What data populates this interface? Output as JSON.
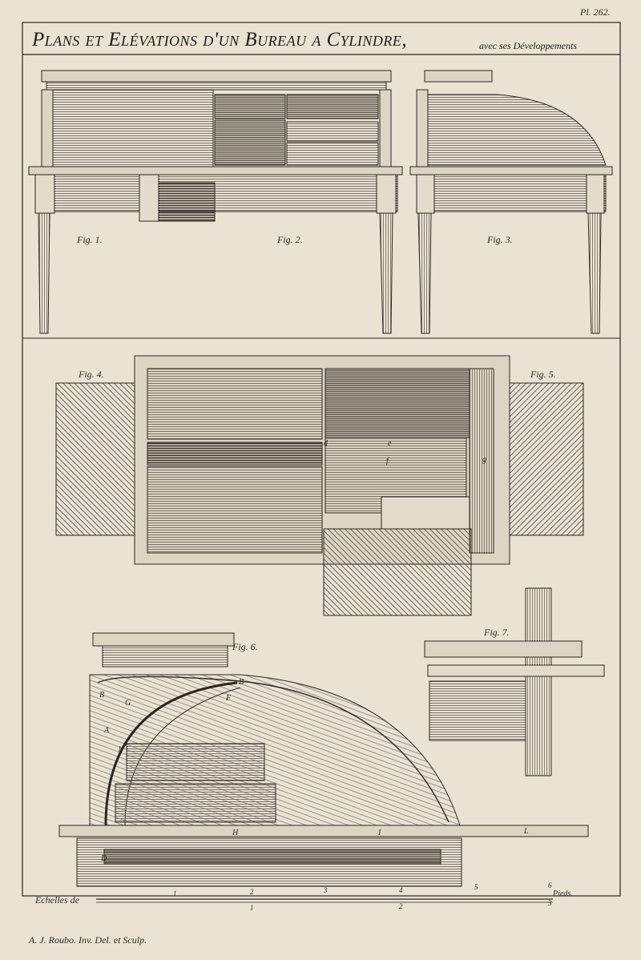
{
  "plate_number": "Pl. 262.",
  "title": {
    "main": "Plans et Elévations d'un Bureau a Cylindre,",
    "sub": "avec ses Développements"
  },
  "figure_labels": {
    "fig1": "Fig. 1.",
    "fig2": "Fig. 2.",
    "fig3": "Fig. 3.",
    "fig4": "Fig. 4.",
    "fig5": "Fig. 5.",
    "fig6": "Fig. 6.",
    "fig7": "Fig. 7."
  },
  "letters": {
    "d": "d",
    "e": "e",
    "f": "f",
    "g": "g",
    "B_left": "B",
    "B_right": "B",
    "G": "G",
    "A": "A",
    "b": "b",
    "F": "F",
    "H": "H",
    "I": "I",
    "L": "L",
    "D": "D"
  },
  "scale": {
    "label": "Echelles de",
    "unit": "Pieds.",
    "top_ticks": [
      "1",
      "2",
      "3",
      "4",
      "5",
      "6"
    ],
    "bottom_ticks": [
      "1",
      "2",
      "3"
    ]
  },
  "credit": "A. J. Roubo. Inv. Del. et Sculp.",
  "colors": {
    "paper": "#eae3d3",
    "ink": "#2a2622",
    "hatch": "#6e665c",
    "dark": "#4a4038"
  }
}
